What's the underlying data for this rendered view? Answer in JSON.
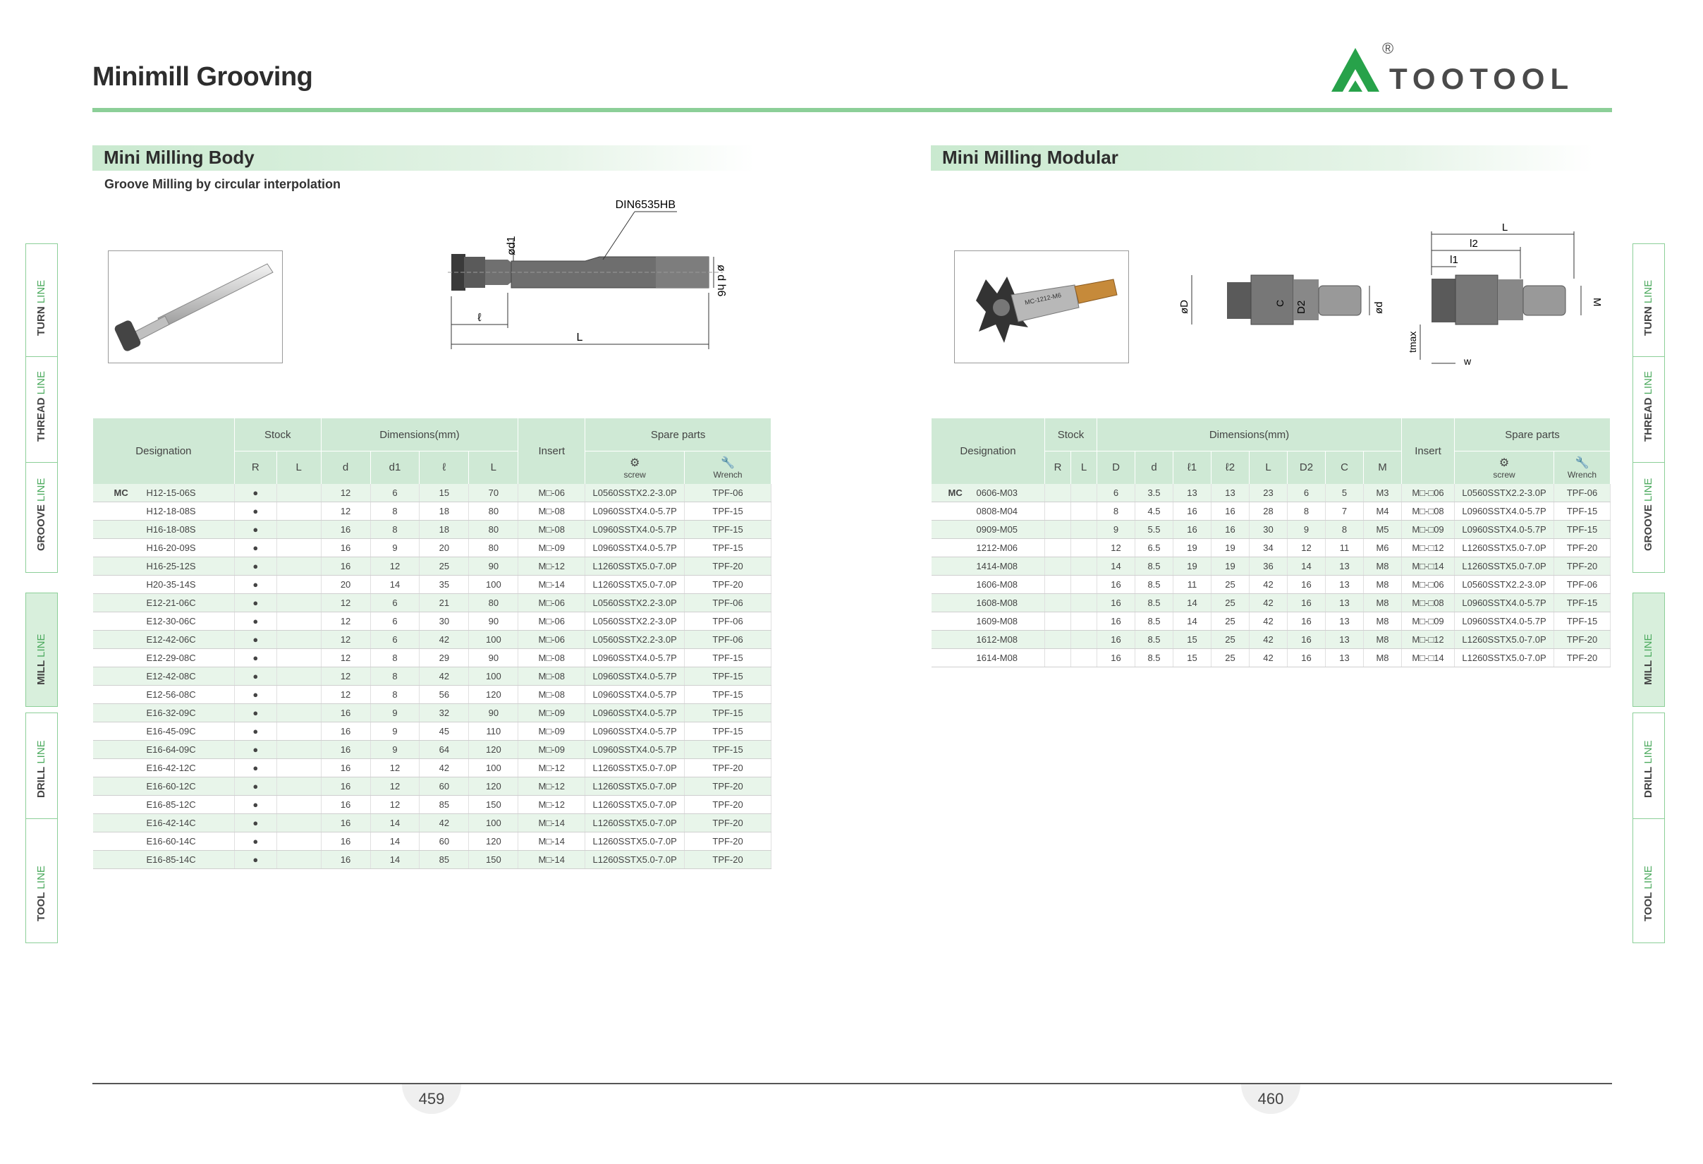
{
  "header": {
    "title": "Minimill Grooving",
    "logo_text": "TOOTOOL",
    "logo_reg": "®"
  },
  "left": {
    "section_title": "Mini Milling Body",
    "subtitle": "Groove Milling by circular interpolation",
    "diagram": {
      "callout": "DIN6535HB",
      "d1": "ød1",
      "dh6": "ø d h6",
      "l": "ℓ",
      "L": "L"
    },
    "table": {
      "h_designation": "Designation",
      "h_stock": "Stock",
      "h_dims": "Dimensions(mm)",
      "h_insert": "Insert",
      "h_spare": "Spare parts",
      "h_R": "R",
      "h_L": "L",
      "h_d": "d",
      "h_d1": "d1",
      "h_l": "ℓ",
      "h_L2": "L",
      "h_screw": "screw",
      "h_wrench": "Wrench",
      "rows": [
        {
          "p": "MC",
          "n": "H12-15-06S",
          "r": "●",
          "d": "12",
          "d1": "6",
          "l": "15",
          "L": "70",
          "ins": "M□-06",
          "screw": "L0560SSTX2.2-3.0P",
          "w": "TPF-06"
        },
        {
          "p": "",
          "n": "H12-18-08S",
          "r": "●",
          "d": "12",
          "d1": "8",
          "l": "18",
          "L": "80",
          "ins": "M□-08",
          "screw": "L0960SSTX4.0-5.7P",
          "w": "TPF-15"
        },
        {
          "p": "",
          "n": "H16-18-08S",
          "r": "●",
          "d": "16",
          "d1": "8",
          "l": "18",
          "L": "80",
          "ins": "M□-08",
          "screw": "L0960SSTX4.0-5.7P",
          "w": "TPF-15"
        },
        {
          "p": "",
          "n": "H16-20-09S",
          "r": "●",
          "d": "16",
          "d1": "9",
          "l": "20",
          "L": "80",
          "ins": "M□-09",
          "screw": "L0960SSTX4.0-5.7P",
          "w": "TPF-15"
        },
        {
          "p": "",
          "n": "H16-25-12S",
          "r": "●",
          "d": "16",
          "d1": "12",
          "l": "25",
          "L": "90",
          "ins": "M□-12",
          "screw": "L1260SSTX5.0-7.0P",
          "w": "TPF-20"
        },
        {
          "p": "",
          "n": "H20-35-14S",
          "r": "●",
          "d": "20",
          "d1": "14",
          "l": "35",
          "L": "100",
          "ins": "M□-14",
          "screw": "L1260SSTX5.0-7.0P",
          "w": "TPF-20"
        },
        {
          "p": "",
          "n": "E12-21-06C",
          "r": "●",
          "d": "12",
          "d1": "6",
          "l": "21",
          "L": "80",
          "ins": "M□-06",
          "screw": "L0560SSTX2.2-3.0P",
          "w": "TPF-06"
        },
        {
          "p": "",
          "n": "E12-30-06C",
          "r": "●",
          "d": "12",
          "d1": "6",
          "l": "30",
          "L": "90",
          "ins": "M□-06",
          "screw": "L0560SSTX2.2-3.0P",
          "w": "TPF-06"
        },
        {
          "p": "",
          "n": "E12-42-06C",
          "r": "●",
          "d": "12",
          "d1": "6",
          "l": "42",
          "L": "100",
          "ins": "M□-06",
          "screw": "L0560SSTX2.2-3.0P",
          "w": "TPF-06"
        },
        {
          "p": "",
          "n": "E12-29-08C",
          "r": "●",
          "d": "12",
          "d1": "8",
          "l": "29",
          "L": "90",
          "ins": "M□-08",
          "screw": "L0960SSTX4.0-5.7P",
          "w": "TPF-15"
        },
        {
          "p": "",
          "n": "E12-42-08C",
          "r": "●",
          "d": "12",
          "d1": "8",
          "l": "42",
          "L": "100",
          "ins": "M□-08",
          "screw": "L0960SSTX4.0-5.7P",
          "w": "TPF-15"
        },
        {
          "p": "",
          "n": "E12-56-08C",
          "r": "●",
          "d": "12",
          "d1": "8",
          "l": "56",
          "L": "120",
          "ins": "M□-08",
          "screw": "L0960SSTX4.0-5.7P",
          "w": "TPF-15"
        },
        {
          "p": "",
          "n": "E16-32-09C",
          "r": "●",
          "d": "16",
          "d1": "9",
          "l": "32",
          "L": "90",
          "ins": "M□-09",
          "screw": "L0960SSTX4.0-5.7P",
          "w": "TPF-15"
        },
        {
          "p": "",
          "n": "E16-45-09C",
          "r": "●",
          "d": "16",
          "d1": "9",
          "l": "45",
          "L": "110",
          "ins": "M□-09",
          "screw": "L0960SSTX4.0-5.7P",
          "w": "TPF-15"
        },
        {
          "p": "",
          "n": "E16-64-09C",
          "r": "●",
          "d": "16",
          "d1": "9",
          "l": "64",
          "L": "120",
          "ins": "M□-09",
          "screw": "L0960SSTX4.0-5.7P",
          "w": "TPF-15"
        },
        {
          "p": "",
          "n": "E16-42-12C",
          "r": "●",
          "d": "16",
          "d1": "12",
          "l": "42",
          "L": "100",
          "ins": "M□-12",
          "screw": "L1260SSTX5.0-7.0P",
          "w": "TPF-20"
        },
        {
          "p": "",
          "n": "E16-60-12C",
          "r": "●",
          "d": "16",
          "d1": "12",
          "l": "60",
          "L": "120",
          "ins": "M□-12",
          "screw": "L1260SSTX5.0-7.0P",
          "w": "TPF-20"
        },
        {
          "p": "",
          "n": "E16-85-12C",
          "r": "●",
          "d": "16",
          "d1": "12",
          "l": "85",
          "L": "150",
          "ins": "M□-12",
          "screw": "L1260SSTX5.0-7.0P",
          "w": "TPF-20"
        },
        {
          "p": "",
          "n": "E16-42-14C",
          "r": "●",
          "d": "16",
          "d1": "14",
          "l": "42",
          "L": "100",
          "ins": "M□-14",
          "screw": "L1260SSTX5.0-7.0P",
          "w": "TPF-20"
        },
        {
          "p": "",
          "n": "E16-60-14C",
          "r": "●",
          "d": "16",
          "d1": "14",
          "l": "60",
          "L": "120",
          "ins": "M□-14",
          "screw": "L1260SSTX5.0-7.0P",
          "w": "TPF-20"
        },
        {
          "p": "",
          "n": "E16-85-14C",
          "r": "●",
          "d": "16",
          "d1": "14",
          "l": "85",
          "L": "150",
          "ins": "M□-14",
          "screw": "L1260SSTX5.0-7.0P",
          "w": "TPF-20"
        }
      ]
    },
    "page_number": "459"
  },
  "right": {
    "section_title": "Mini Milling Modular",
    "diagram": {
      "phiD": "øD",
      "C": "C",
      "D2": "D2",
      "phid": "ød",
      "L": "L",
      "l2": "l2",
      "l1": "l1",
      "M": "M",
      "tmax": "tmax",
      "w": "w",
      "engraving": "MC-1212-M6"
    },
    "table": {
      "h_designation": "Designation",
      "h_stock": "Stock",
      "h_dims": "Dimensions(mm)",
      "h_insert": "Insert",
      "h_spare": "Spare parts",
      "h_R": "R",
      "h_L": "L",
      "h_D": "D",
      "h_d": "d",
      "h_l1": "ℓ1",
      "h_l2": "ℓ2",
      "h_L2": "L",
      "h_D2": "D2",
      "h_C": "C",
      "h_M": "M",
      "h_screw": "screw",
      "h_wrench": "Wrench",
      "rows": [
        {
          "p": "MC",
          "n": "0606-M03",
          "D": "6",
          "d": "3.5",
          "l1": "13",
          "l2": "13",
          "L": "23",
          "D2": "6",
          "C": "5",
          "M": "M3",
          "ins": "M□-□06",
          "screw": "L0560SSTX2.2-3.0P",
          "w": "TPF-06"
        },
        {
          "p": "",
          "n": "0808-M04",
          "D": "8",
          "d": "4.5",
          "l1": "16",
          "l2": "16",
          "L": "28",
          "D2": "8",
          "C": "7",
          "M": "M4",
          "ins": "M□-□08",
          "screw": "L0960SSTX4.0-5.7P",
          "w": "TPF-15"
        },
        {
          "p": "",
          "n": "0909-M05",
          "D": "9",
          "d": "5.5",
          "l1": "16",
          "l2": "16",
          "L": "30",
          "D2": "9",
          "C": "8",
          "M": "M5",
          "ins": "M□-□09",
          "screw": "L0960SSTX4.0-5.7P",
          "w": "TPF-15"
        },
        {
          "p": "",
          "n": "1212-M06",
          "D": "12",
          "d": "6.5",
          "l1": "19",
          "l2": "19",
          "L": "34",
          "D2": "12",
          "C": "11",
          "M": "M6",
          "ins": "M□-□12",
          "screw": "L1260SSTX5.0-7.0P",
          "w": "TPF-20"
        },
        {
          "p": "",
          "n": "1414-M08",
          "D": "14",
          "d": "8.5",
          "l1": "19",
          "l2": "19",
          "L": "36",
          "D2": "14",
          "C": "13",
          "M": "M8",
          "ins": "M□-□14",
          "screw": "L1260SSTX5.0-7.0P",
          "w": "TPF-20"
        },
        {
          "p": "",
          "n": "1606-M08",
          "D": "16",
          "d": "8.5",
          "l1": "11",
          "l2": "25",
          "L": "42",
          "D2": "16",
          "C": "13",
          "M": "M8",
          "ins": "M□-□06",
          "screw": "L0560SSTX2.2-3.0P",
          "w": "TPF-06"
        },
        {
          "p": "",
          "n": "1608-M08",
          "D": "16",
          "d": "8.5",
          "l1": "14",
          "l2": "25",
          "L": "42",
          "D2": "16",
          "C": "13",
          "M": "M8",
          "ins": "M□-□08",
          "screw": "L0960SSTX4.0-5.7P",
          "w": "TPF-15"
        },
        {
          "p": "",
          "n": "1609-M08",
          "D": "16",
          "d": "8.5",
          "l1": "14",
          "l2": "25",
          "L": "42",
          "D2": "16",
          "C": "13",
          "M": "M8",
          "ins": "M□-□09",
          "screw": "L0960SSTX4.0-5.7P",
          "w": "TPF-15"
        },
        {
          "p": "",
          "n": "1612-M08",
          "D": "16",
          "d": "8.5",
          "l1": "15",
          "l2": "25",
          "L": "42",
          "D2": "16",
          "C": "13",
          "M": "M8",
          "ins": "M□-□12",
          "screw": "L1260SSTX5.0-7.0P",
          "w": "TPF-20"
        },
        {
          "p": "",
          "n": "1614-M08",
          "D": "16",
          "d": "8.5",
          "l1": "15",
          "l2": "25",
          "L": "42",
          "D2": "16",
          "C": "13",
          "M": "M8",
          "ins": "M□-□14",
          "screw": "L1260SSTX5.0-7.0P",
          "w": "TPF-20"
        }
      ]
    },
    "page_number": "460"
  },
  "side_tabs": [
    {
      "bold": "TURN",
      "light": "LINE"
    },
    {
      "bold": "THREAD",
      "light": "LINE"
    },
    {
      "bold": "GROOVE",
      "light": "LINE"
    },
    {
      "bold": "MILL",
      "light": "LINE"
    },
    {
      "bold": "DRILL",
      "light": "LINE"
    },
    {
      "bold": "TOOL",
      "light": "LINE"
    }
  ],
  "colors": {
    "accent": "#8ccf98",
    "header_fill": "#cfe9d5",
    "row_alt": "#e8f5ea",
    "logo_green": "#27a24a"
  }
}
